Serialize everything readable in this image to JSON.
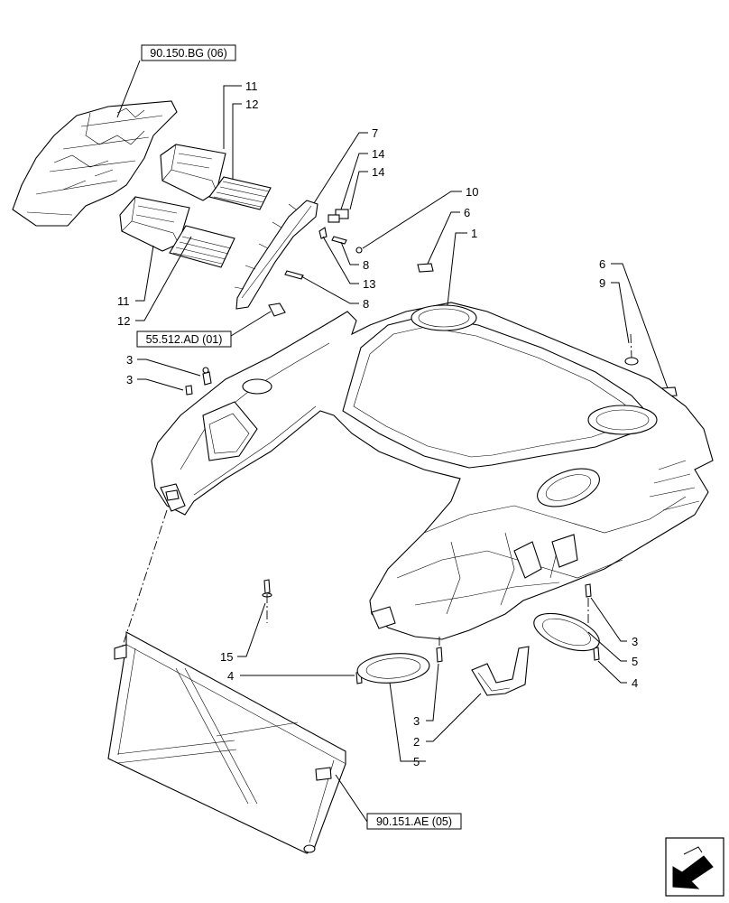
{
  "references": {
    "top_ref": "90.150.BG (06)",
    "mid_ref": "55.512.AD (01)",
    "bottom_ref": "90.151.AE (05)"
  },
  "callouts": {
    "c11a": "11",
    "c12a": "12",
    "c7": "7",
    "c14a": "14",
    "c14b": "14",
    "c10": "10",
    "c6a": "6",
    "c1": "1",
    "c8a": "8",
    "c13": "13",
    "c8b": "8",
    "c11b": "11",
    "c12b": "12",
    "c3a": "3",
    "c3b": "3",
    "c6b": "6",
    "c9": "9",
    "c15": "15",
    "c4a": "4",
    "c3c": "3",
    "c5a": "5",
    "c4b": "4",
    "c3d": "3",
    "c2": "2",
    "c5b": "5"
  },
  "icons": {
    "nav": "arrow-navigation-icon"
  }
}
